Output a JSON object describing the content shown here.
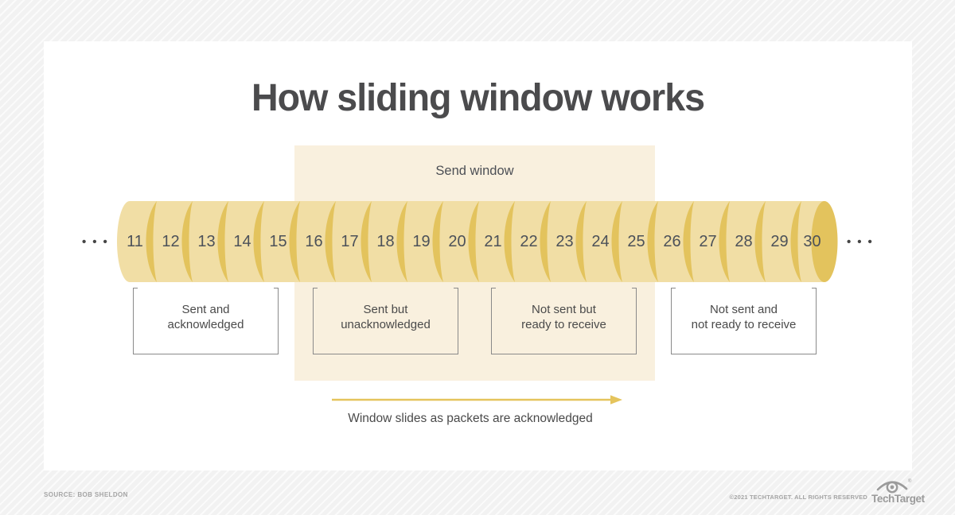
{
  "title": "How sliding window works",
  "send_window": {
    "label": "Send window"
  },
  "cylinder": {
    "numbers": [
      "11",
      "12",
      "13",
      "14",
      "15",
      "16",
      "17",
      "18",
      "19",
      "20",
      "21",
      "22",
      "23",
      "24",
      "25",
      "26",
      "27",
      "28",
      "29",
      "30"
    ],
    "ellipsis_left": "•••",
    "ellipsis_right": "•••"
  },
  "legend_boxes": [
    {
      "label": "Sent and\nacknowledged"
    },
    {
      "label": "Sent but\nunacknowledged"
    },
    {
      "label": "Not sent but\nready to receive"
    },
    {
      "label": "Not sent and\nnot ready to receive"
    }
  ],
  "arrow_caption": "Window slides as packets are acknowledged",
  "footer": {
    "source": "SOURCE: BOB SHELDON",
    "copyright": "©2021 TECHTARGET. ALL RIGHTS RESERVED",
    "brand": "TechTarget",
    "registered_mark": "®"
  },
  "colors": {
    "segment_fill": "#f1dea5",
    "segment_ridge": "#e3c35d",
    "segment_number": "#4c5159",
    "send_window_bg": "#f9f0de",
    "arrow": "#e5c45c",
    "title_text": "#4b4b4d",
    "body_text": "#4a4a4a",
    "box_border": "#8a8a8a",
    "footer_text": "#a5a5a5"
  }
}
